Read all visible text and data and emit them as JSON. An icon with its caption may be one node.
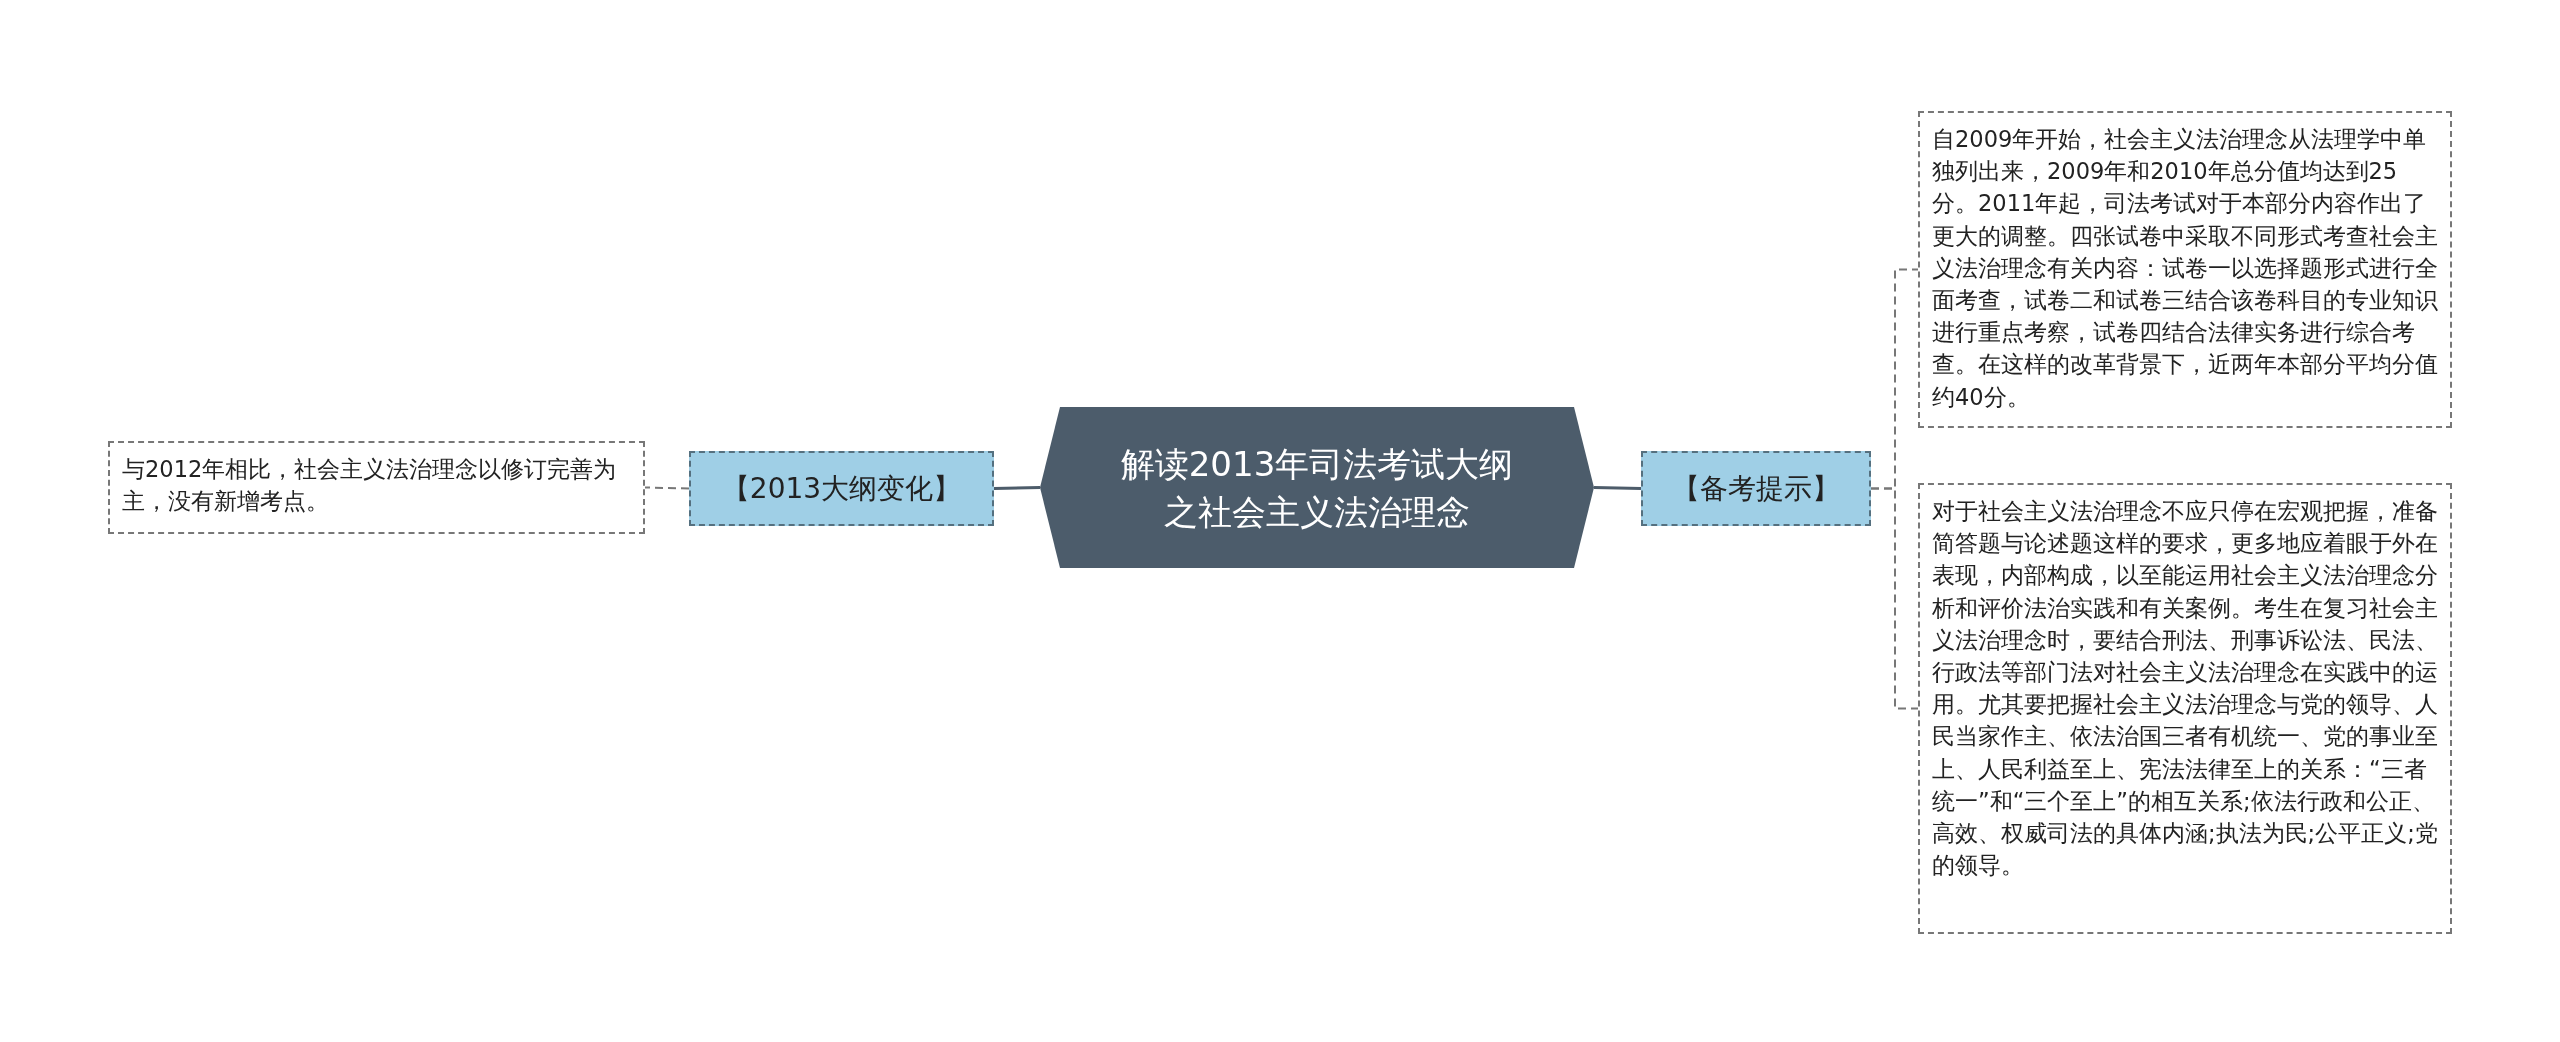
{
  "diagram": {
    "nodes": [
      {
        "text": [
          "解读2013年司法考试大纲之社会主义法治理念"
        ]
      },
      {
        "text": [
          "【2013大纲变化】"
        ]
      },
      {
        "text": [
          "与2012年相比，社会主义法治理念以修订完善为主，没有新增考点。"
        ]
      },
      {
        "text": [
          "【备考提示】"
        ]
      },
      {
        "text": [
          "自2009年开始，社会主义法治理念从法理学中单独列出来，2009年和2010年总分值均达到25分。2011年起，司法考试对于本部分内容作出了更大的调整。四张试卷中采取不同形式考查社会主义法治理念有关内容：试卷一以选择题形式进行全面考查，试卷二和试卷三结合该卷科目的专业知识进行重点考察，试卷四结合法律实务进行综合考查。在这样的改革背景下，近两年本部分平均分值约40分。"
        ]
      },
      {
        "text": [
          "对于社会主义法治理念不应只停在宏观把握，准备简答题与论述题这样的要求，更多地应着眼于外在表现，内部构成，以至能运用社会主义法治理念分析和评价法治实践和有关案例。考生在复习社会主义法治理念时，要结合刑法、刑事诉讼法、民法、行政法等部门法对社会主义法治理念在实践中的运用。尤其要把握社会主义法治理念与党的领导、人民当家作主、依法治国三者有机统一、党的事业至上、人民利益至上、宪法法律至上的关系：“三者统一”和“三个至上”的相互关系;依法行政和公正、高效、权威司法的具体内涵;执法为民;公平正义;党的领导。"
        ]
      }
    ],
    "edges": [
      {
        "from": 0,
        "to": 1,
        "arrow": "none",
        "color": "#4d5c6a"
      },
      {
        "from": 1,
        "to": 2,
        "arrow": "none",
        "style": "dashed"
      },
      {
        "from": 0,
        "to": 3,
        "arrow": "none",
        "color": "#4d5c6a"
      },
      {
        "from": 3,
        "to": 4,
        "arrow": "none",
        "style": "dashed"
      },
      {
        "from": 3,
        "to": 5,
        "arrow": "none",
        "style": "dashed"
      }
    ]
  }
}
